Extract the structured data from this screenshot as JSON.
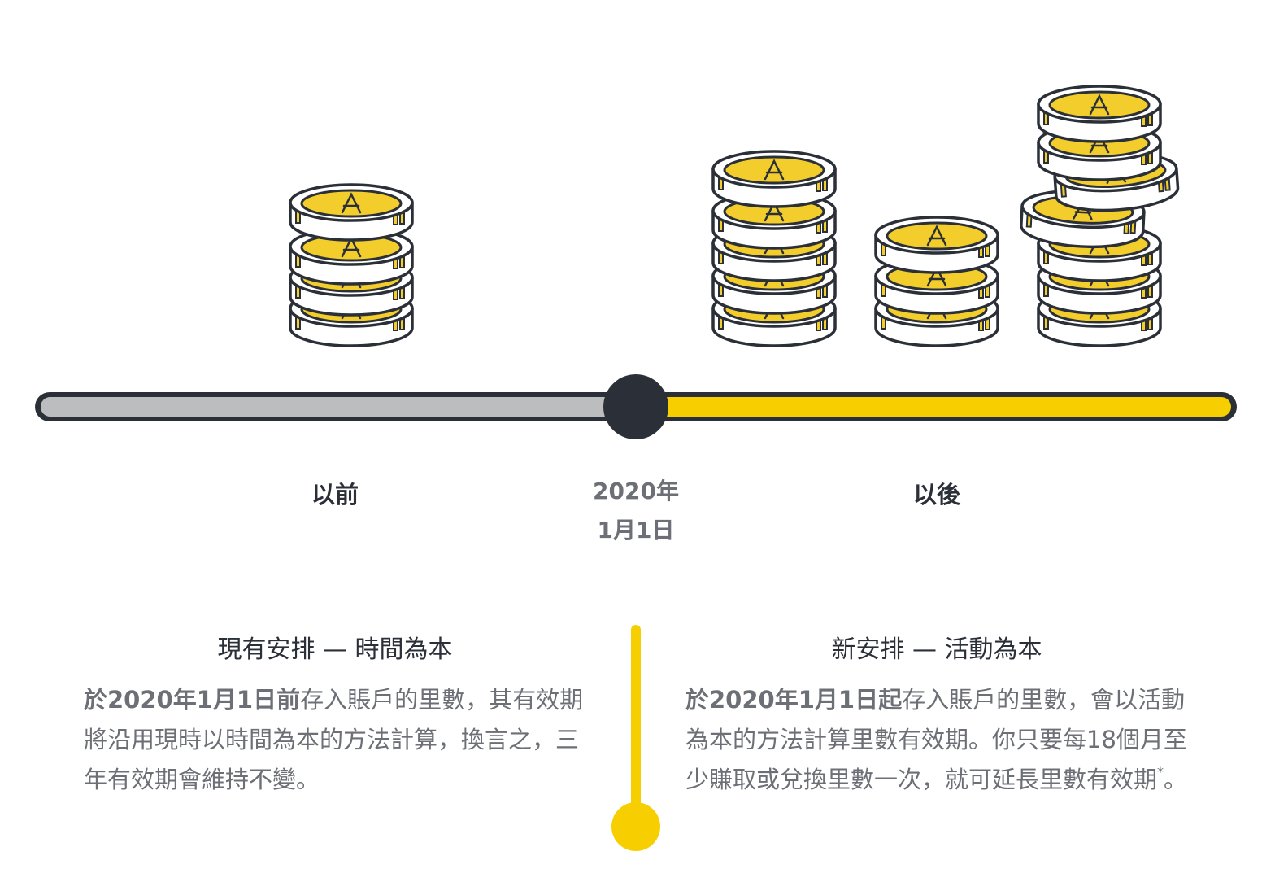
{
  "timeline": {
    "before_label": "以前",
    "date_line1": "2020年",
    "date_line2": "1月1日",
    "after_label": "以後"
  },
  "current": {
    "title": "現有安排 — 時間為本",
    "desc_bold": "於2020年1月1日前",
    "desc_rest": "存入賬戶的里數，其有效期將沿用現時以時間為本的方法計算，換言之，三年有效期會維持不變。"
  },
  "new": {
    "title": "新安排 — 活動為本",
    "desc_bold": "於2020年1月1日起",
    "desc_rest": "存入賬戶的里數，會以活動為本的方法計算里數有效期。你只要每18個月至少賺取或兌換里數一次，就可延長里數有效期",
    "footnote_mark": "*",
    "desc_end": "。"
  },
  "colors": {
    "gold": "#f2cd2b",
    "track_yellow": "#f7cf00",
    "track_grey": "#bcbdbf",
    "dark": "#2b3038",
    "text_grey": "#6c6f75"
  }
}
